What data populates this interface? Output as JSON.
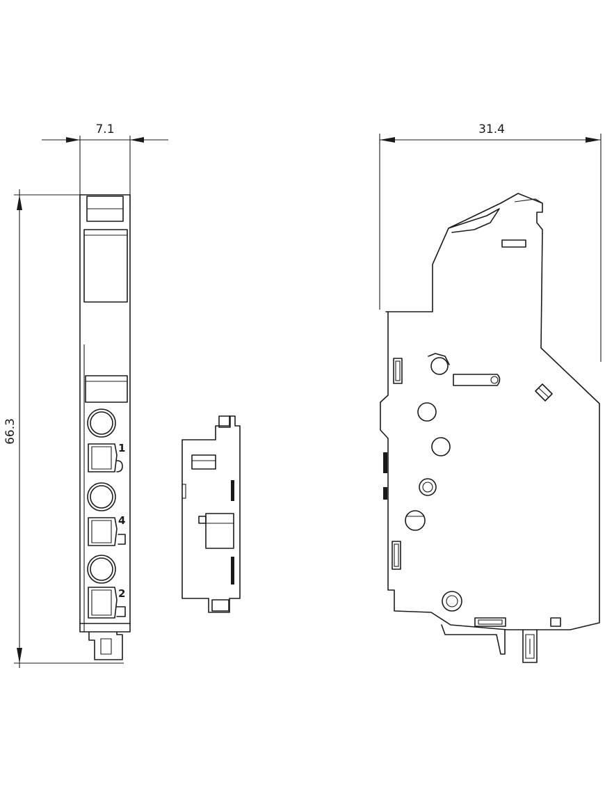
{
  "dimensions": {
    "width_side": "7.1",
    "width_front": "31.4",
    "height": "66.3"
  },
  "terminals": {
    "t1": "1",
    "t4": "4",
    "t2": "2"
  },
  "colors": {
    "line": "#1a1a1a",
    "background": "#ffffff"
  }
}
